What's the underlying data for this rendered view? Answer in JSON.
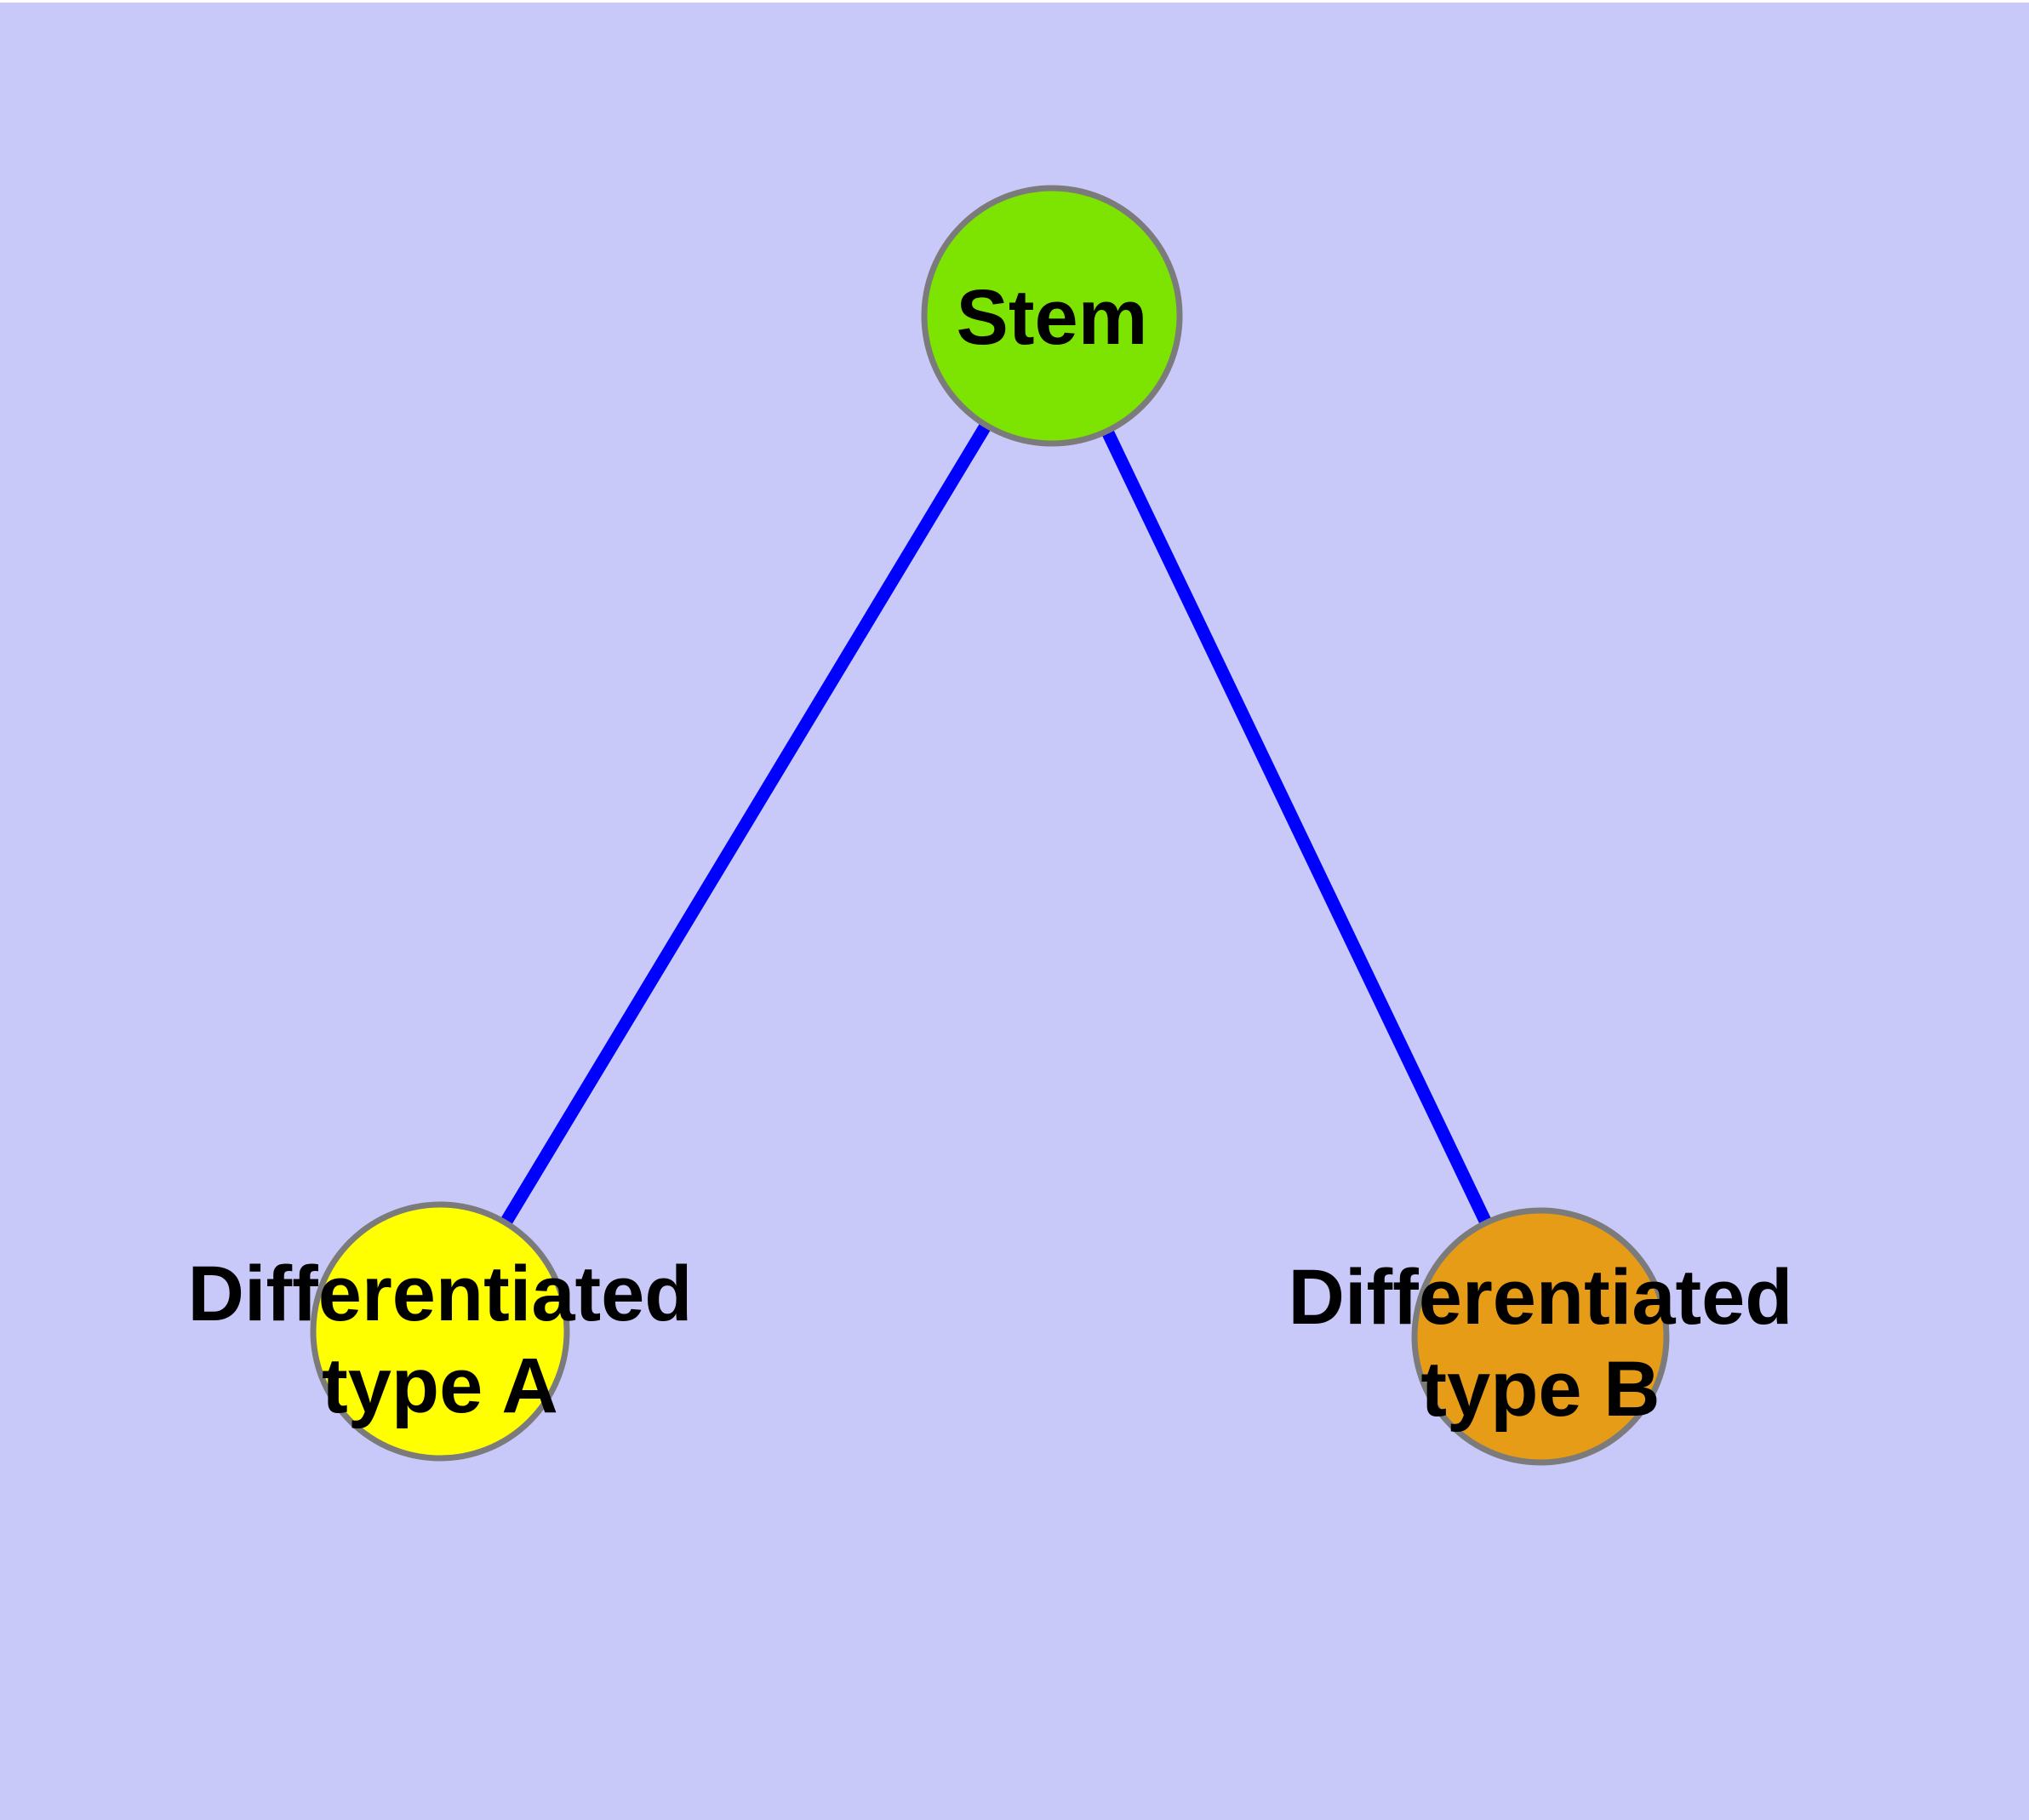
{
  "figure": {
    "background_color": "#c9c9f9",
    "top_margin_color": "#ffffff"
  },
  "graph": {
    "edge_color": "#0000ff",
    "node_border_color": "#7b7b7b",
    "label_color": "#000000",
    "nodes": [
      {
        "id": "stem",
        "label": "Stem",
        "lines": [
          "Stem"
        ],
        "fill": "#7de300"
      },
      {
        "id": "differentiated-type-a",
        "label": "Differentiated type A",
        "lines": [
          "Differentiated",
          "type A"
        ],
        "fill": "#ffff00"
      },
      {
        "id": "differentiated-type-b",
        "label": "Differentiated type B",
        "lines": [
          "Differentiated",
          "type B"
        ],
        "fill": "#e69c17"
      }
    ],
    "edges": [
      {
        "from": "Stem",
        "to": "Differentiated type A"
      },
      {
        "from": "Stem",
        "to": "Differentiated type B"
      }
    ]
  }
}
